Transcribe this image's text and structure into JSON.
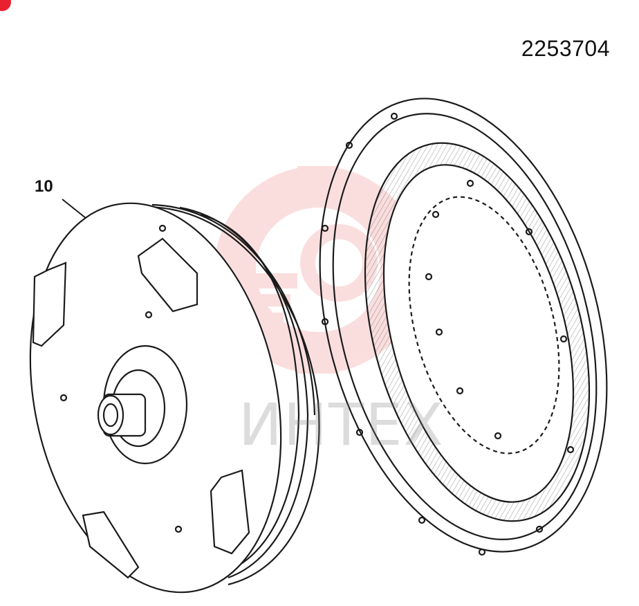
{
  "figure": {
    "number": "2253704",
    "callout_label": "10"
  },
  "watermark": {
    "text": "ИНТЕХ",
    "color": "#f08a8a"
  },
  "colors": {
    "line": "#1a1a1a",
    "badge": "#e8202f"
  }
}
